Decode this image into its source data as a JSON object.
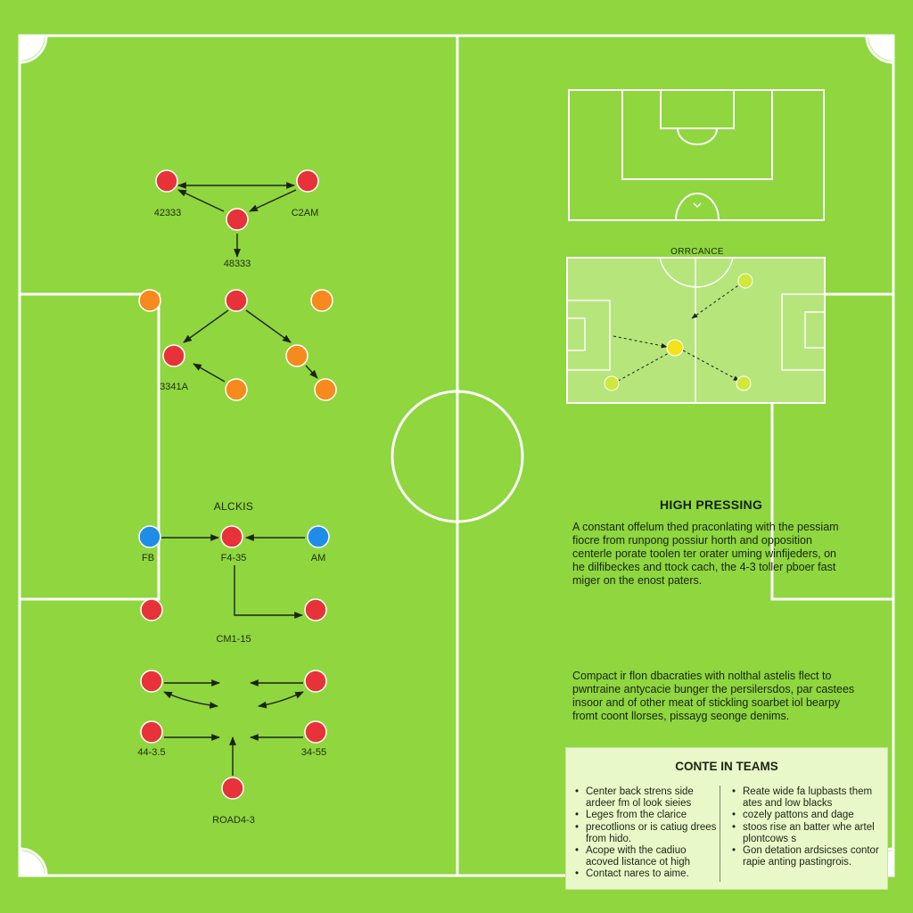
{
  "colors": {
    "grass": "#8fd63f",
    "line": "#ffffff",
    "player_red": "#e8323a",
    "player_orange": "#f68a1e",
    "player_blue": "#1f8de8",
    "player_yellow": "#f3e21c",
    "player_lime": "#cfe83b",
    "box_bg": "#e9f8c9"
  },
  "formation_labels": {
    "top_left": "42333",
    "top_right": "C2AM",
    "top_bottom": "48333",
    "mid": "3341A",
    "blue_left": "FB",
    "blue_center": "F4-35",
    "blue_right": "AM",
    "blue_bottom": "CM1-15",
    "bottom_left": "44-3.5",
    "bottom_right": "34-55",
    "bottom_center": "ROAD4-3"
  },
  "section_titles": {
    "attack": "ALCKIS",
    "inset": "ORRCANCE"
  },
  "high_pressing": {
    "title": "HIGH PRESSING",
    "paragraph": "A constant offelum thed praconlating with the pessiam fiocre from runpong possiur horth and opposition centerle porate toolen ter orater uming winfijeders, on he dilfibeckes and ttock cach, the 4-3 toller pboer fast miger on the enost paters.",
    "paragraph2": "Compact ir flon dbacraties with nolthal astelis flect to pwntraine antycacie bunger the persilersdos, par castees insoor and of other meat of stickling soarbet iol bearpy fromt coont llorses, pissayg seonge denims."
  },
  "teams_box": {
    "title": "CONTE IN TEAMS",
    "left": [
      "Center back strens side ardeer fm ol look sieies",
      "Leges from the clarice",
      "precotlions or is catiug drees from hido.",
      "Acope with the cadiuo acoved listance ot high",
      "Contact nares to aime."
    ],
    "right": [
      "Reate wide fa lupbasts them ates and low blacks",
      "cozely pattons and dage",
      "stoos rise an batter whe artel plontcows s",
      "Gon detation ardsicses contor rapie anting pastingrois."
    ]
  }
}
